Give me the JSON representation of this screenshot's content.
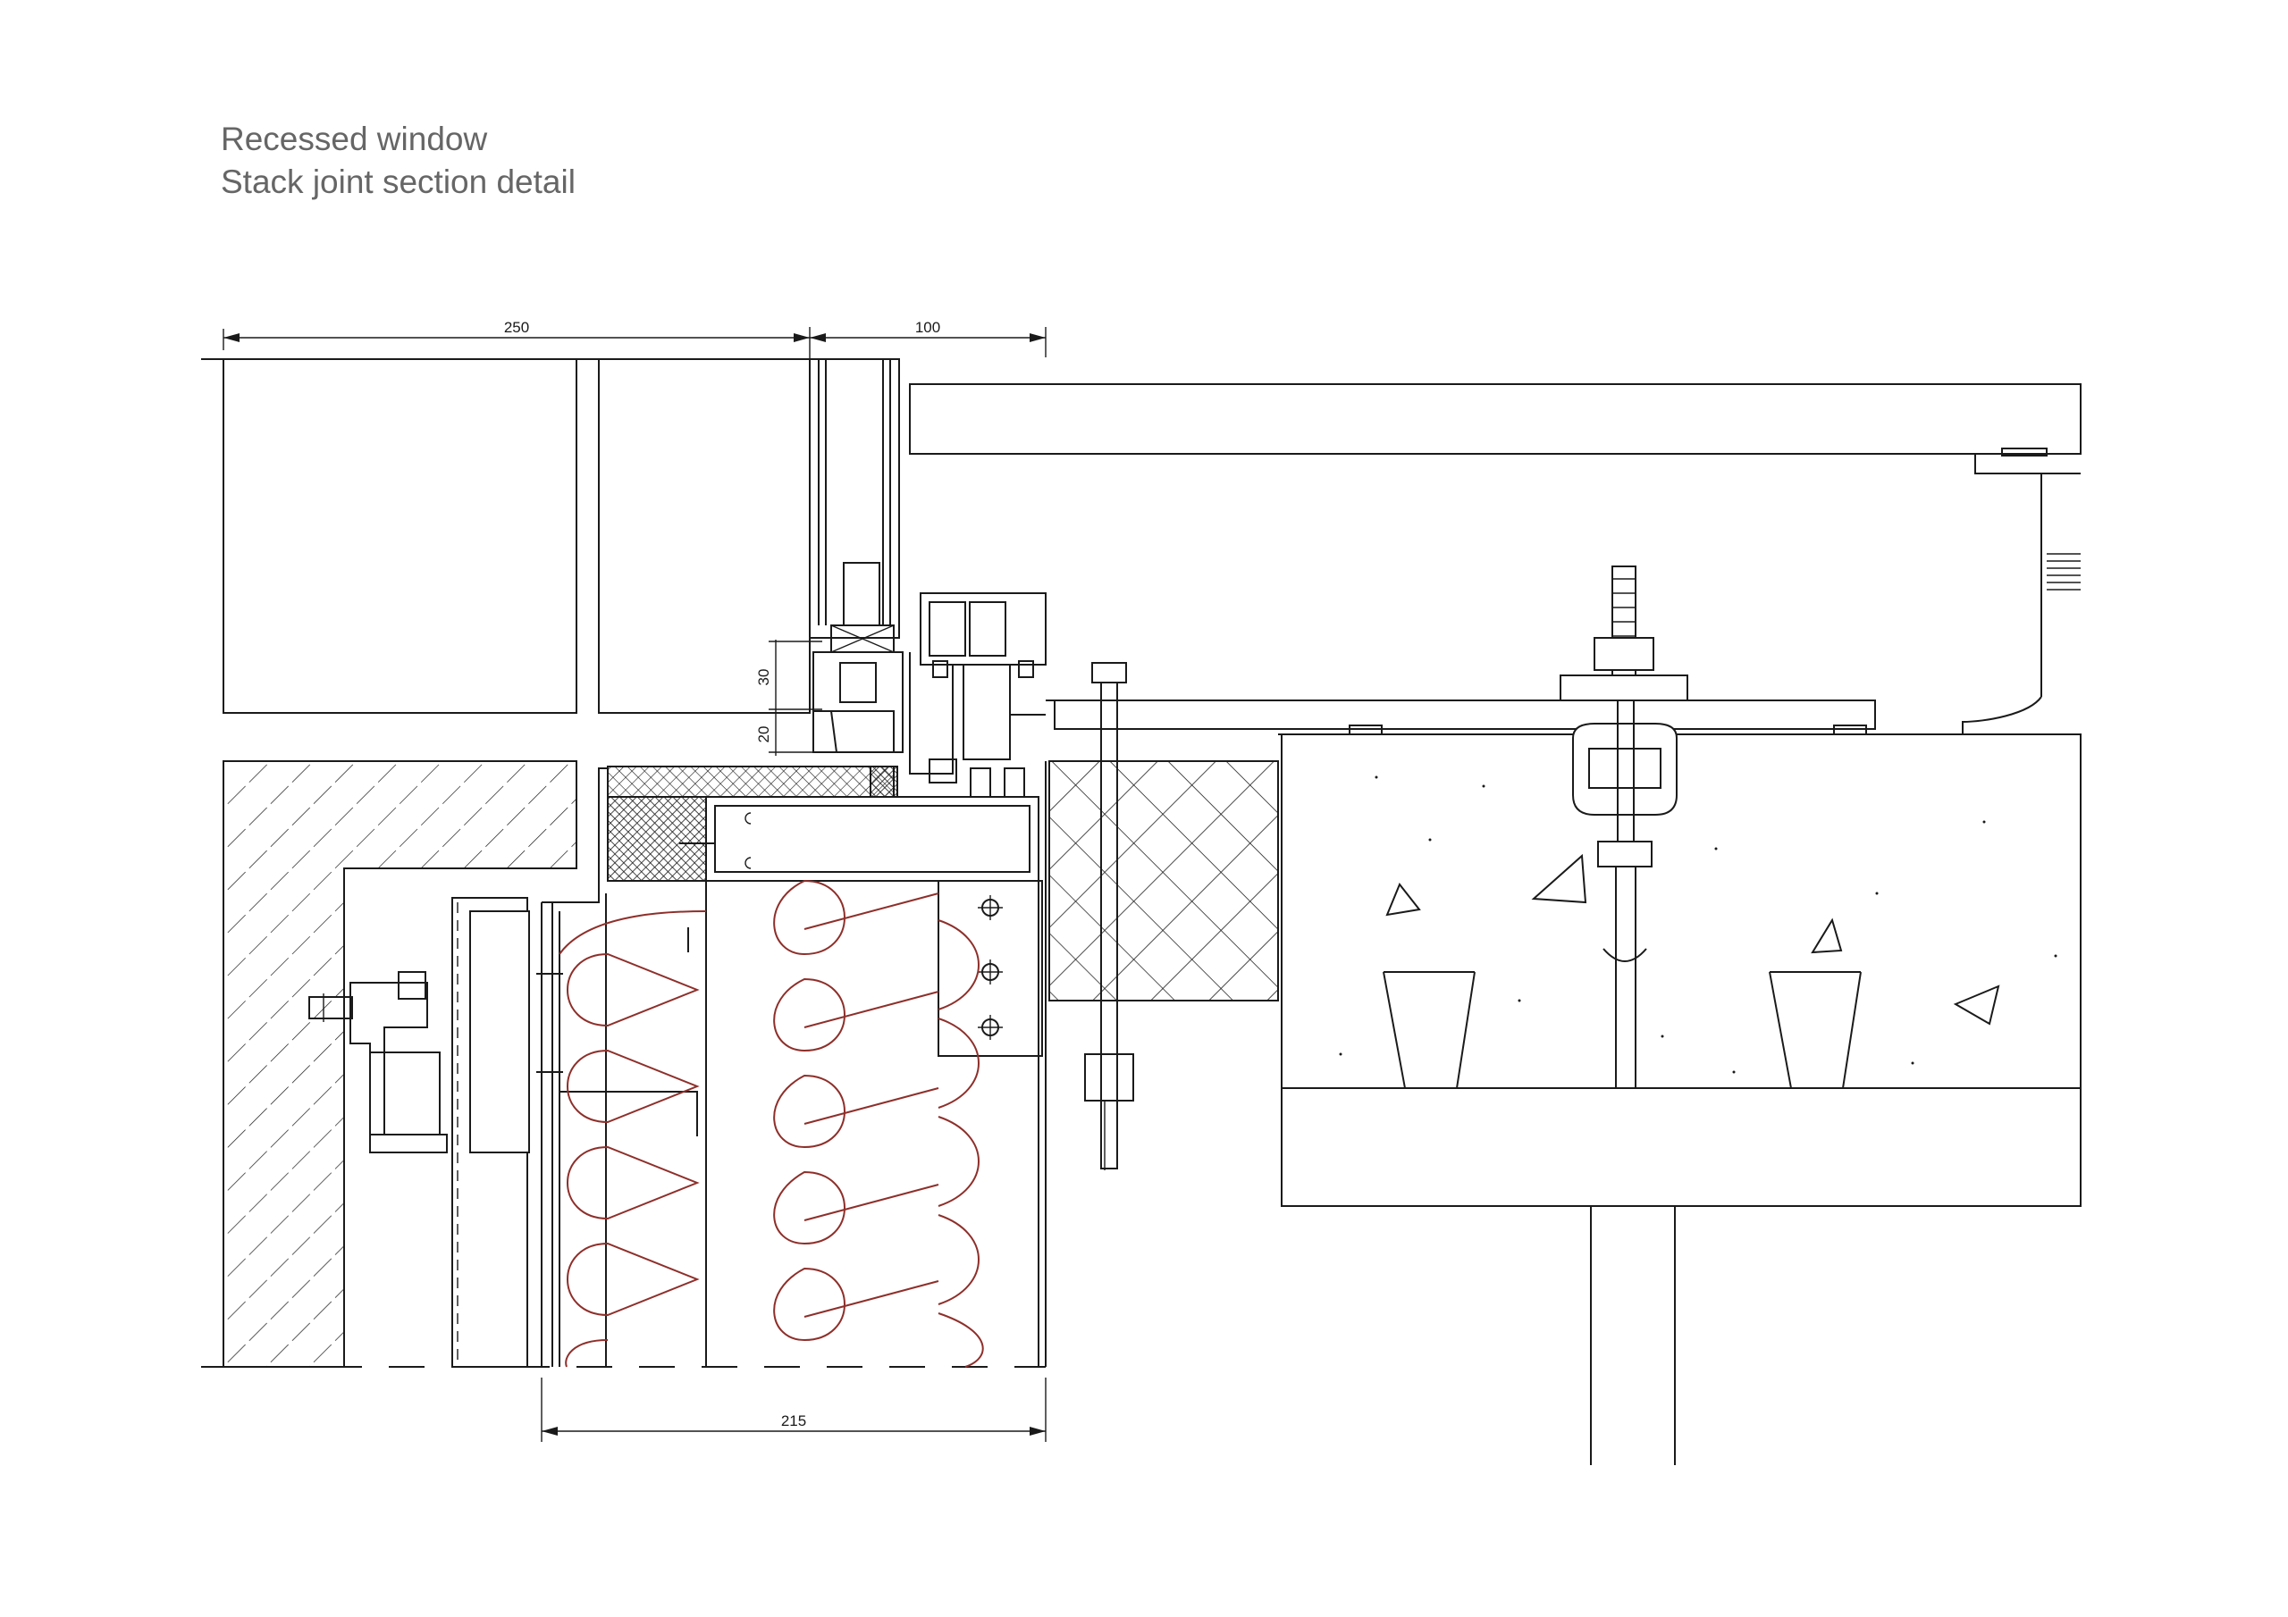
{
  "title": {
    "line1": "Recessed window",
    "line2": "Stack joint section detail"
  },
  "dimensions": {
    "top_left": "250",
    "top_right": "100",
    "vertical_upper": "30",
    "vertical_lower": "20",
    "bottom": "215"
  },
  "colors": {
    "line": "#1a1a1a",
    "insulation": "#8e2f2a",
    "title_text": "#666666"
  }
}
